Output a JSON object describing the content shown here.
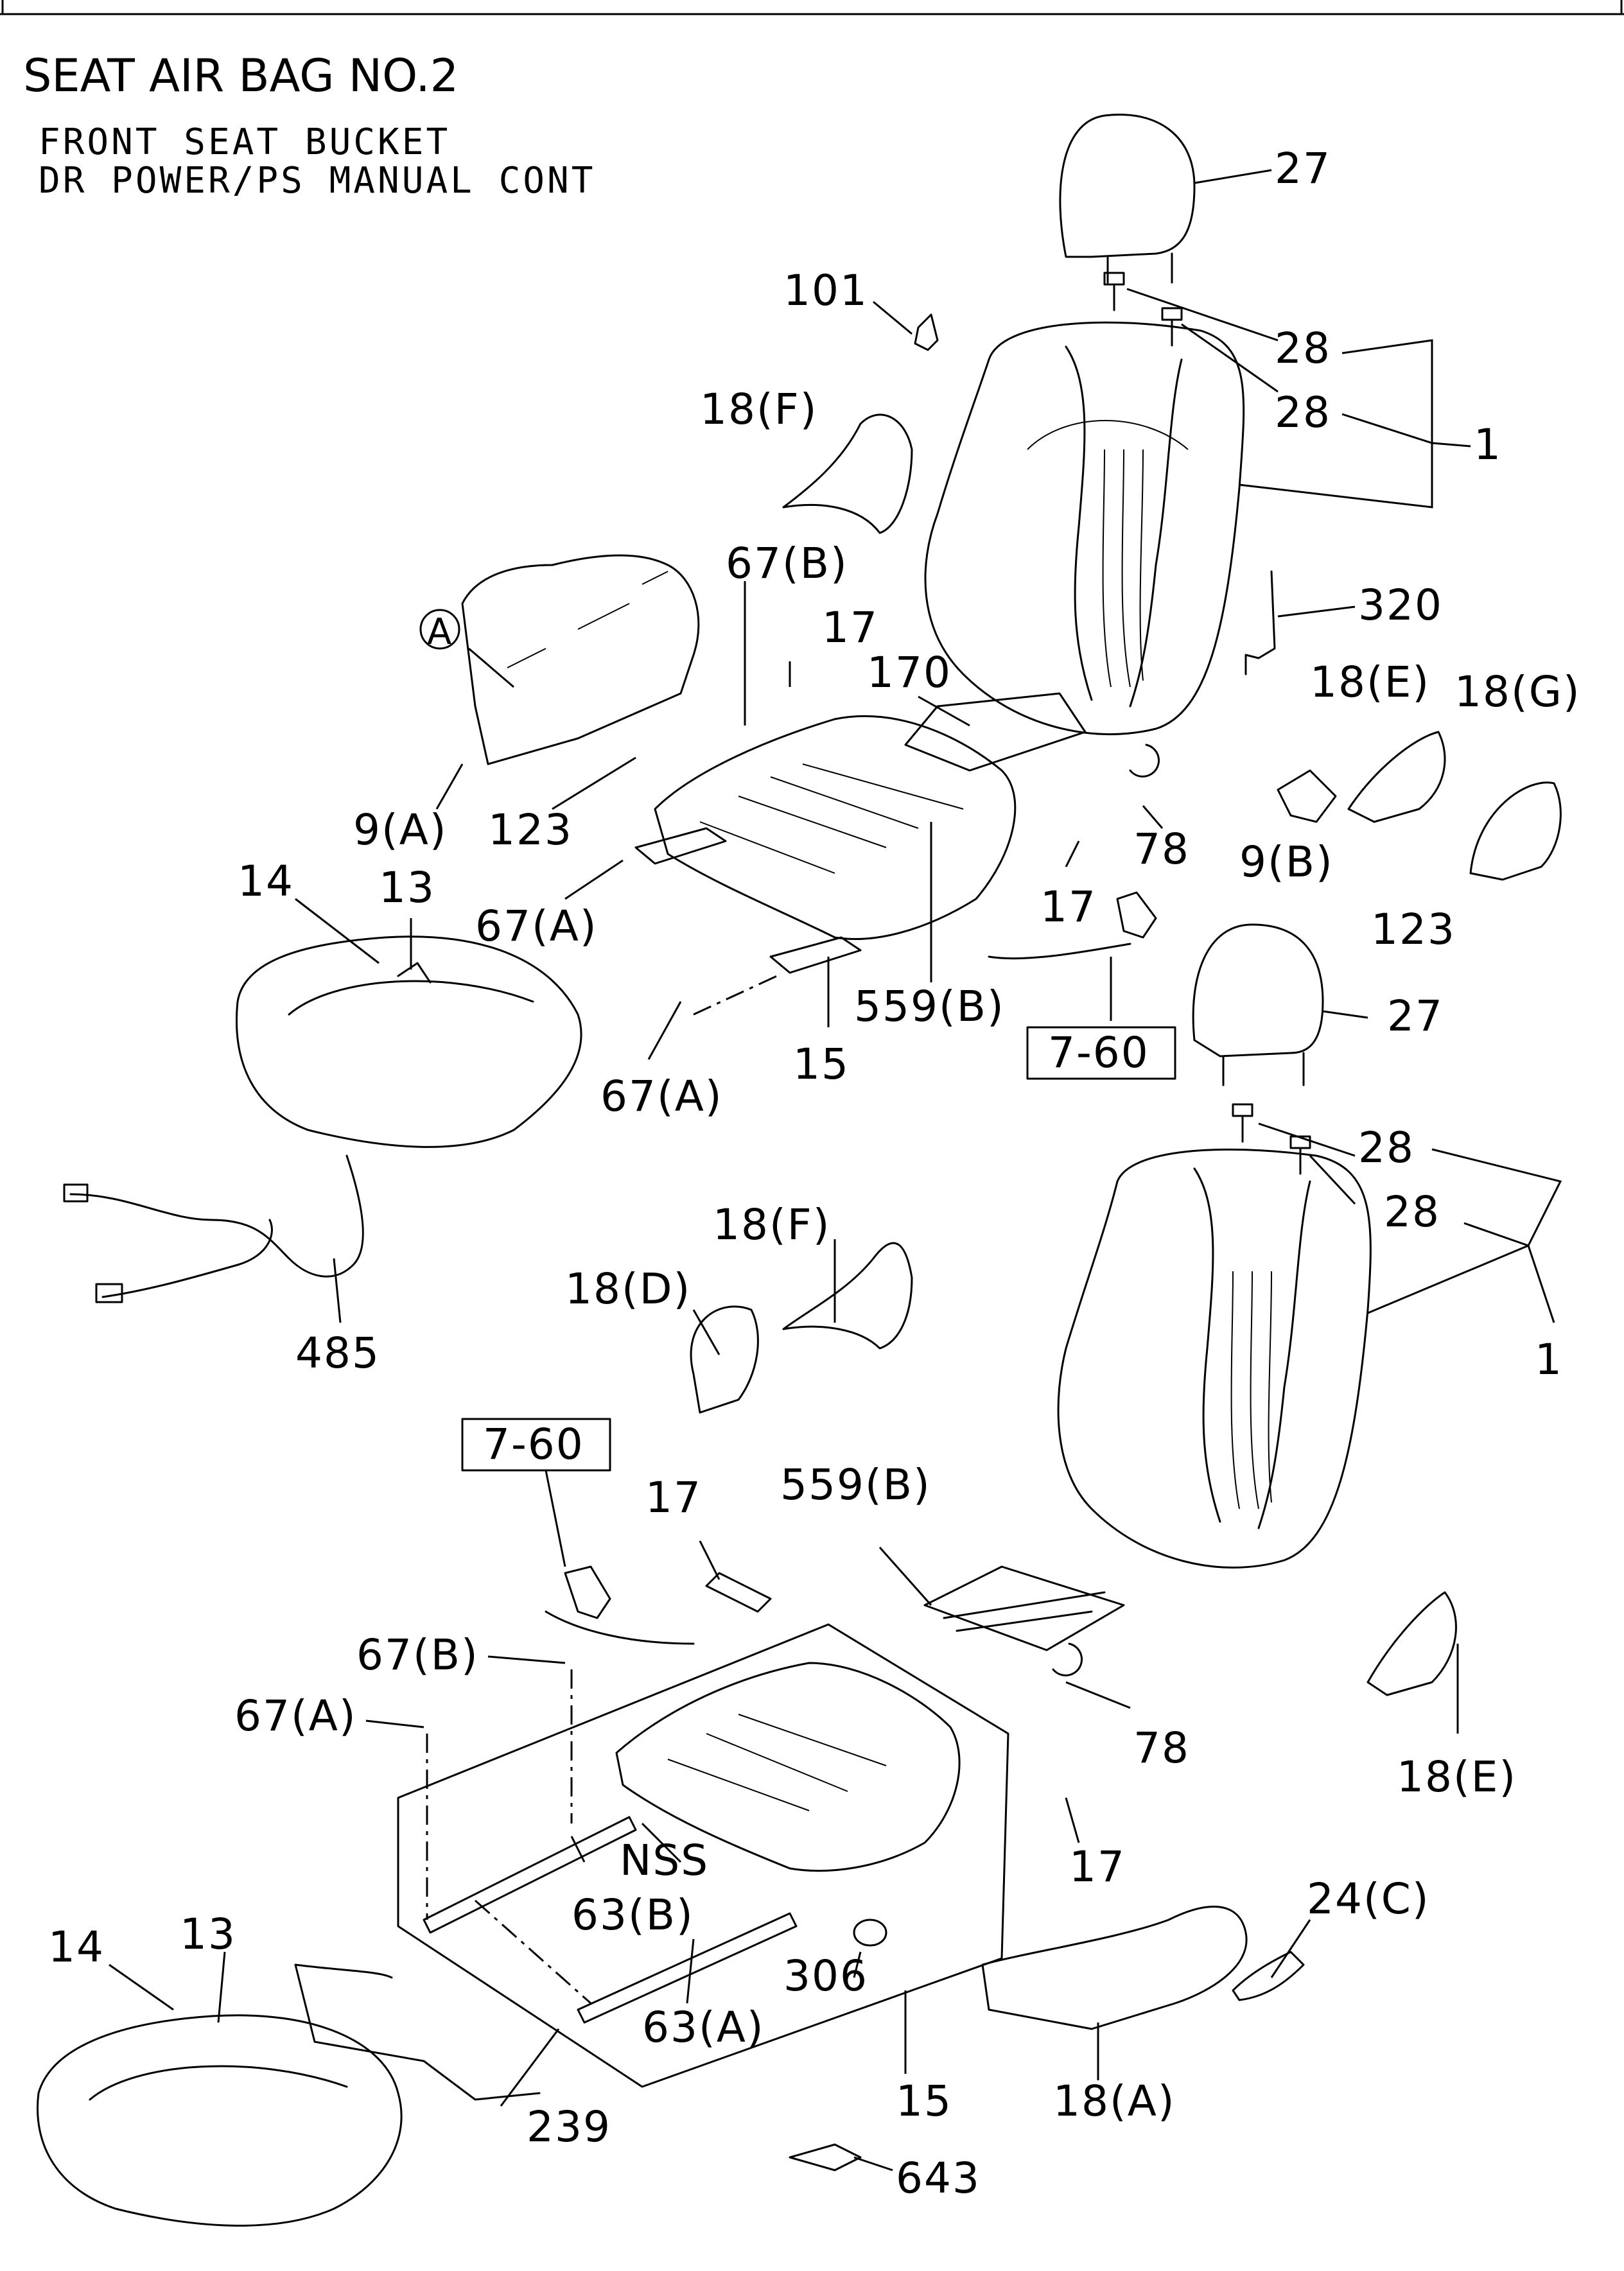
{
  "diagram": {
    "title": "SEAT AIR BAG NO.2",
    "subtitle_line1": "FRONT SEAT BUCKET",
    "subtitle_line2": "DR POWER/PS MANUAL CONT",
    "ref_boxes": [
      "7-60",
      "7-60"
    ],
    "callouts": [
      "27",
      "28",
      "28",
      "1",
      "101",
      "18(F)",
      "67(B)",
      "17",
      "170",
      "A",
      "320",
      "18(E)",
      "18(G)",
      "9(A)",
      "123",
      "9(B)",
      "123",
      "78",
      "14",
      "13",
      "67(A)",
      "17",
      "559(B)",
      "15",
      "67(A)",
      "27",
      "28",
      "28",
      "1",
      "485",
      "18(F)",
      "18(D)",
      "17",
      "559(B)",
      "67(B)",
      "67(A)",
      "78",
      "18(E)",
      "17",
      "NSS",
      "63(B)",
      "13",
      "14",
      "24(C)",
      "306",
      "63(A)",
      "15",
      "239",
      "18(A)",
      "643"
    ]
  }
}
